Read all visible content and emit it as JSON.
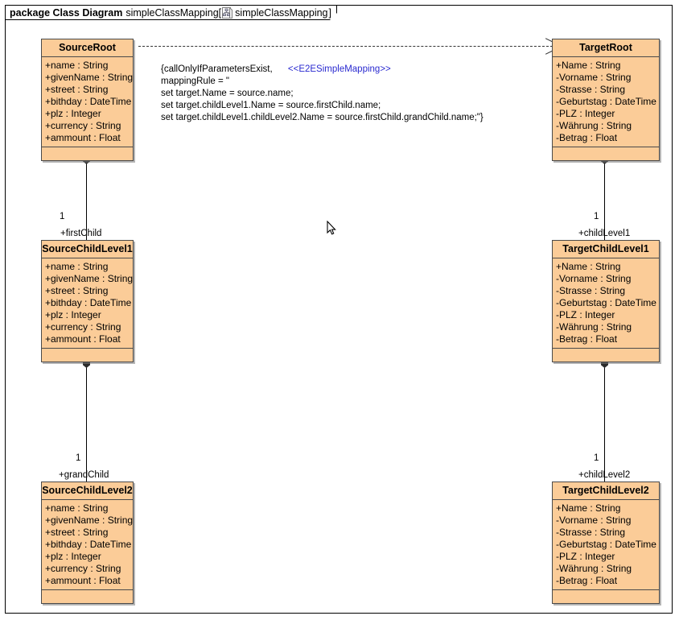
{
  "frame": {
    "keyword": "package Class Diagram",
    "name": "simpleClassMapping[",
    "icon": "class-diagram-icon",
    "inner_name": "simpleClassMapping",
    "bracket_close": "]"
  },
  "note": {
    "line1_text": "{callOnlyIfParametersExist,",
    "line1_stereotype": "<<E2ESimpleMapping>>",
    "line2": "mappingRule = \"",
    "line3": "set target.Name = source.name;",
    "line4": "set target.childLevel1.Name = source.firstChild.name;",
    "line5": "set target.childLevel1.childLevel2.Name = source.firstChild.grandChild.name;\"}"
  },
  "classes": [
    {
      "id": "source-root",
      "title": "SourceRoot",
      "attributes": [
        "+name : String",
        "+givenName : String",
        "+street : String",
        "+bithday : DateTime",
        "+plz : Integer",
        "+currency : String",
        "+ammount : Float"
      ]
    },
    {
      "id": "target-root",
      "title": "TargetRoot",
      "attributes": [
        "+Name : String",
        "-Vorname : String",
        "-Strasse : String",
        "-Geburtstag : DateTime",
        "-PLZ : Integer",
        "-Währung : String",
        "-Betrag : Float"
      ]
    },
    {
      "id": "source-child-level1",
      "title": "SourceChildLevel1",
      "attributes": [
        "+name : String",
        "+givenName : String",
        "+street : String",
        "+bithday : DateTime",
        "+plz : Integer",
        "+currency : String",
        "+ammount : Float"
      ]
    },
    {
      "id": "target-child-level1",
      "title": "TargetChildLevel1",
      "attributes": [
        "+Name : String",
        "-Vorname : String",
        "-Strasse : String",
        "-Geburtstag : DateTime",
        "-PLZ : Integer",
        "-Währung : String",
        "-Betrag : Float"
      ]
    },
    {
      "id": "source-child-level2",
      "title": "SourceChildLevel2",
      "attributes": [
        "+name : String",
        "+givenName : String",
        "+street : String",
        "+bithday : DateTime",
        "+plz : Integer",
        "+currency : String",
        "+ammount : Float"
      ]
    },
    {
      "id": "target-child-level2",
      "title": "TargetChildLevel2",
      "attributes": [
        "+Name : String",
        "-Vorname : String",
        "-Strasse : String",
        "-Geburtstag : DateTime",
        "-PLZ : Integer",
        "-Währung : String",
        "-Betrag : Float"
      ]
    }
  ],
  "associations": [
    {
      "id": "assoc-source-first-child",
      "multiplicity": "1",
      "role": "+firstChild"
    },
    {
      "id": "assoc-target-child-level1",
      "multiplicity": "1",
      "role": "+childLevel1"
    },
    {
      "id": "assoc-source-grand-child",
      "multiplicity": "1",
      "role": "+grandChild"
    },
    {
      "id": "assoc-target-child-level2",
      "multiplicity": "1",
      "role": "+childLevel2"
    }
  ],
  "colors": {
    "class_fill": "#fbcc98",
    "class_border": "#4a4a4a",
    "stereotype_text": "#2a2ad0",
    "connector": "#000000"
  }
}
